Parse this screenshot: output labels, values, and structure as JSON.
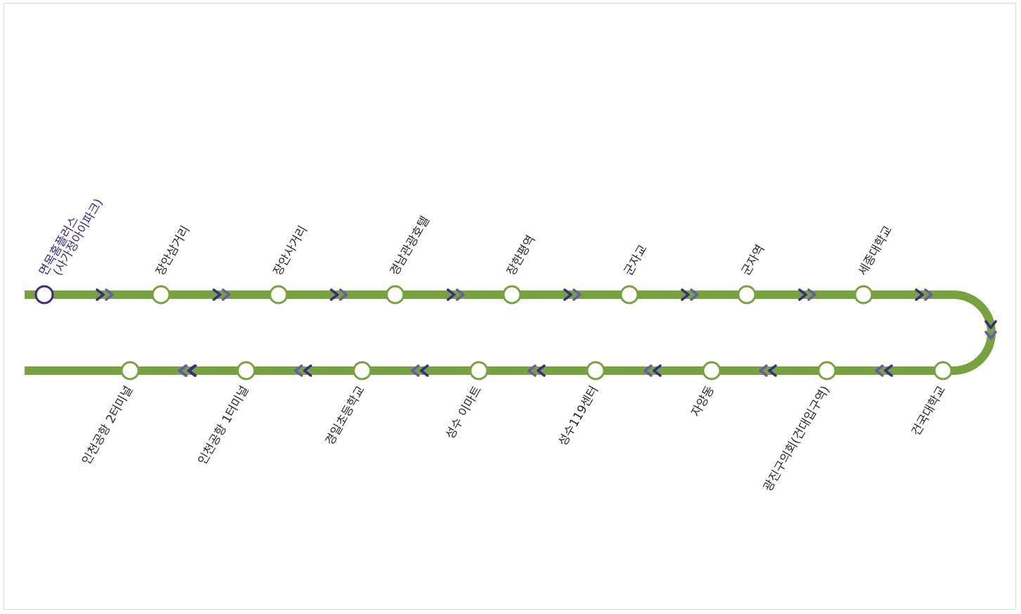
{
  "colors": {
    "line": "#76a33d",
    "station_fill": "#ffffff",
    "start_station": "#3b2a8a",
    "arrow_dark": "#3b2a8a",
    "arrow_light": "#6a5aa8"
  },
  "route": {
    "outbound": [
      {
        "name": "면목홈플러스",
        "name2": "(사가정아이파크)"
      },
      {
        "name": "장안삼거리"
      },
      {
        "name": "장안사거리"
      },
      {
        "name": "경남관광호텔"
      },
      {
        "name": "장한평역"
      },
      {
        "name": "군자교"
      },
      {
        "name": "군자역"
      },
      {
        "name": "세종대학교"
      }
    ],
    "inbound": [
      {
        "name": "건국대학교"
      },
      {
        "name": "광진구의회(건대입구역)"
      },
      {
        "name": "자양동"
      },
      {
        "name": "성수119센터"
      },
      {
        "name": "성수 이마트"
      },
      {
        "name": "경일초등학교"
      },
      {
        "name": "인천공항 1터미널"
      },
      {
        "name": "인천공항 2터미널"
      }
    ]
  }
}
